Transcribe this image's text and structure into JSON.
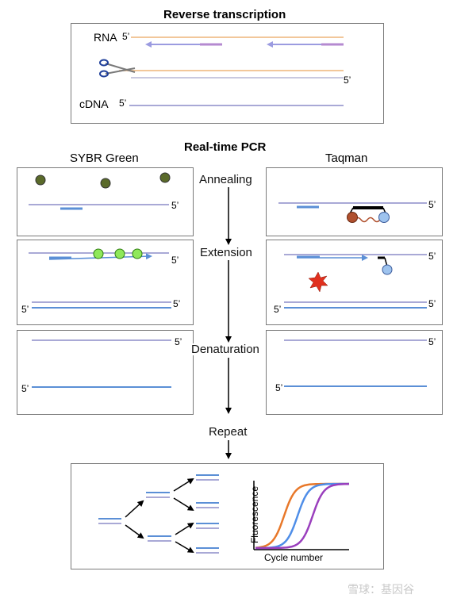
{
  "reverse_transcription": {
    "title": "Reverse transcription",
    "rna_label": "RNA",
    "cdna_label": "cDNA",
    "five_prime": "5’"
  },
  "realtime": {
    "title": "Real-time PCR",
    "sybr_label": "SYBR Green",
    "taqman_label": "Taqman",
    "steps": [
      "Annealing",
      "Extension",
      "Denaturation",
      "Repeat"
    ],
    "five_prime": "5’"
  },
  "amplification": {
    "chart_data": {
      "type": "line",
      "xlabel": "Cycle number",
      "ylabel": "Fluorescence",
      "series": [
        {
          "color": "#e8782a"
        },
        {
          "color": "#4f8ee8"
        },
        {
          "color": "#9a3fbd"
        }
      ]
    }
  },
  "watermark": "雪球：基因谷",
  "colors": {
    "strand_blue": "#5b8fd6",
    "strand_light": "#a9a9d6",
    "rna_orange": "#f2c79a",
    "primer_purple": "#b58ad0",
    "dye_olive": "#5a6a2a",
    "dye_green": "#8fe85a",
    "reporter_star": "#d9301e",
    "quencher_blue": "#9ec3ee",
    "probe_brown": "#b0502e"
  }
}
